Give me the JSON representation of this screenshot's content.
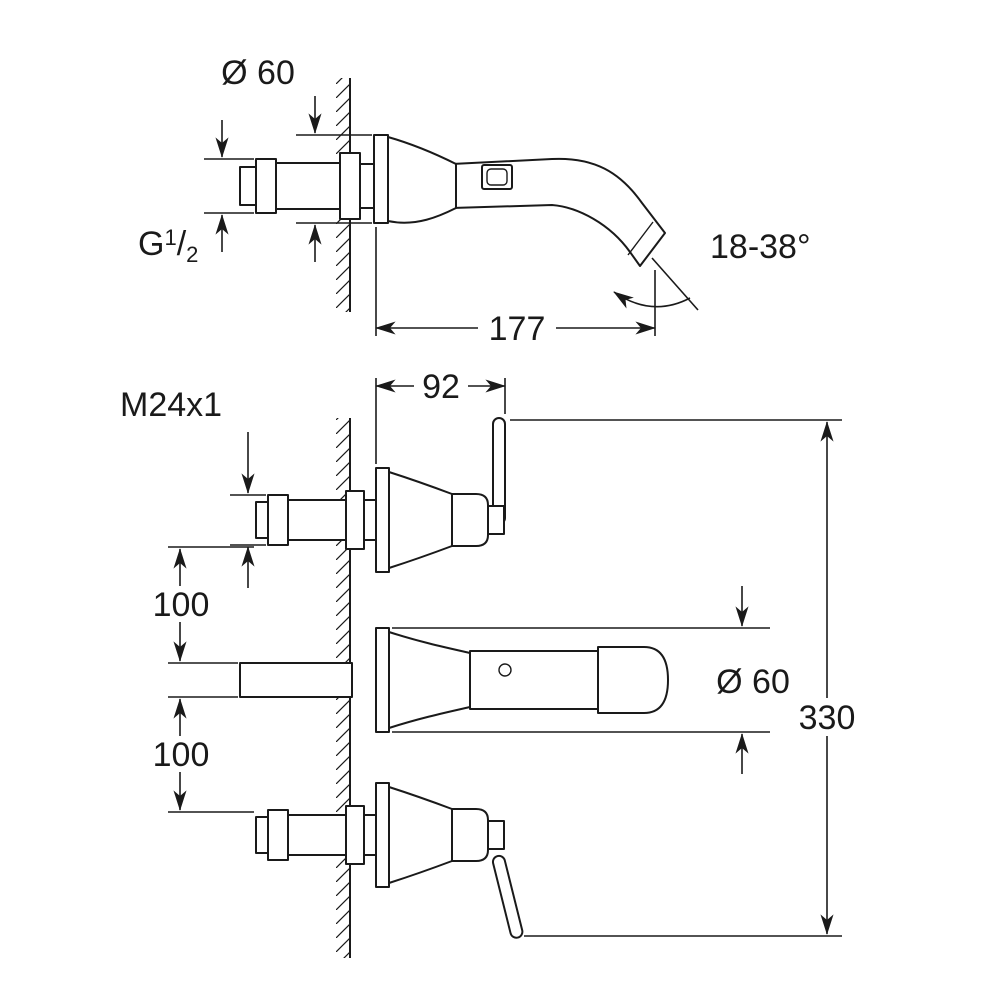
{
  "side_view": {
    "spout_diameter": "Ø 60",
    "thread": {
      "g": "G",
      "sup": "1",
      "slash": "/",
      "sub": "2"
    },
    "angle_range": "18-38°",
    "reach": "177"
  },
  "front_view": {
    "handle_offset": "92",
    "thread": "M24x1",
    "spacing_upper": "100",
    "spacing_lower": "100",
    "escutcheon_diameter": "Ø 60",
    "overall_height": "330"
  }
}
